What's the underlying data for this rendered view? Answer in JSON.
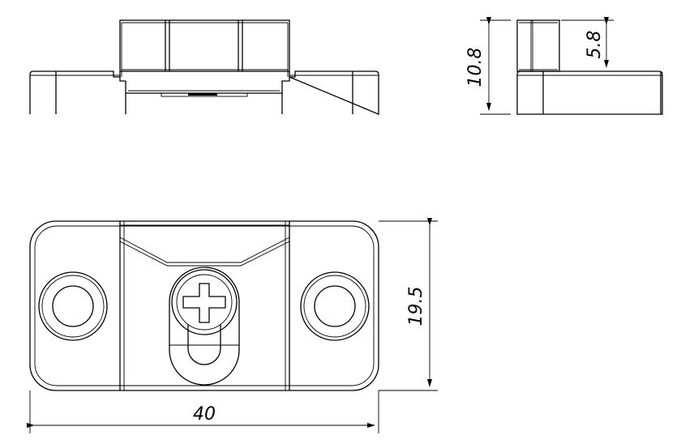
{
  "dimensions": {
    "width": "40",
    "height": "19.5",
    "total_height": "10.8",
    "cap_height": "5.8"
  },
  "views": [
    "front-view",
    "side-view",
    "top-view"
  ],
  "colors": {
    "line": "#000000",
    "background": "#ffffff"
  }
}
